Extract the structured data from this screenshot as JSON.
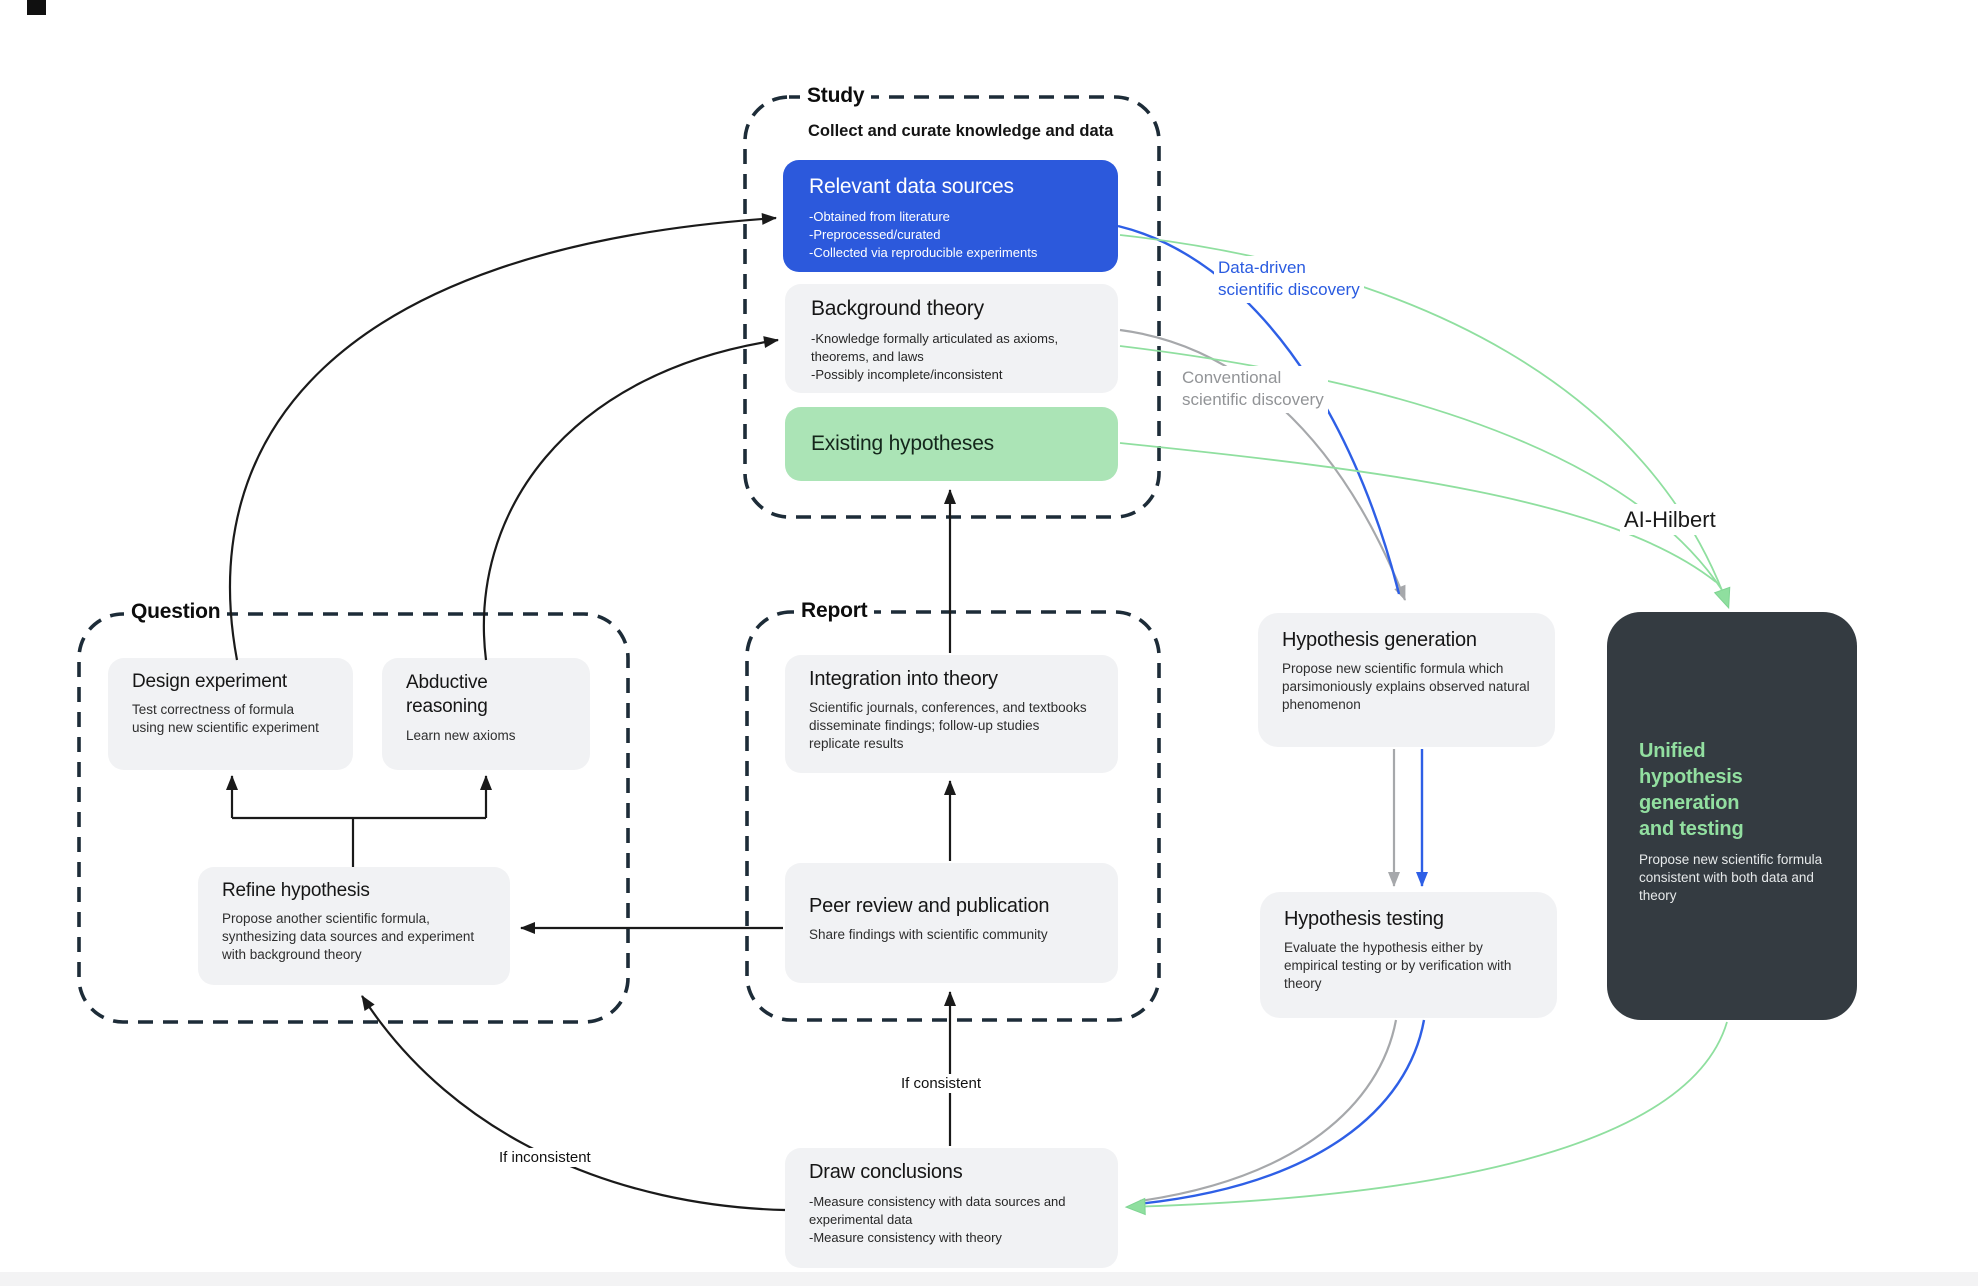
{
  "colors": {
    "blue_card": "#2C59DC",
    "green_card": "#ABE4B6",
    "dark_card": "#343B41",
    "green_accent": "#8FDF9F",
    "blue_accent": "#2E5FE6",
    "gray_accent": "#A6A8AB",
    "dashed_border": "#1D2C38"
  },
  "study": {
    "label": "Study",
    "caption": "Collect and curate knowledge and data",
    "relevant": {
      "title": "Relevant data sources",
      "bullets": [
        "-Obtained from literature",
        "-Preprocessed/curated",
        "-Collected via reproducible experiments"
      ]
    },
    "theory": {
      "title": "Background theory",
      "bullets": [
        "-Knowledge formally articulated as axioms, theorems, and laws",
        "-Possibly incomplete/inconsistent"
      ]
    },
    "hypotheses": {
      "title": "Existing hypotheses"
    }
  },
  "question": {
    "label": "Question",
    "design": {
      "title": "Design experiment",
      "body": "Test correctness of formula using new scientific experiment"
    },
    "abductive": {
      "title": "Abductive reasoning",
      "body": "Learn new axioms"
    },
    "refine": {
      "title": "Refine hypothesis",
      "body": "Propose another scientific formula, synthesizing data sources and experiment with background theory"
    }
  },
  "report": {
    "label": "Report",
    "integration": {
      "title": "Integration into theory",
      "body": "Scientific journals, conferences, and textbooks disseminate findings; follow-up studies replicate results"
    },
    "peer": {
      "title": "Peer review and publication",
      "body": "Share findings with scientific community"
    }
  },
  "right": {
    "hypgen": {
      "title": "Hypothesis generation",
      "body": "Propose new scientific formula which parsimoniously explains observed natural phenomenon"
    },
    "hyptest": {
      "title": "Hypothesis testing",
      "body": "Evaluate the hypothesis either by empirical testing or by verification with theory"
    },
    "unified": {
      "title": "Unified hypothesis generation and testing",
      "body": "Propose new scientific formula consistent with both data and theory"
    }
  },
  "bottom": {
    "draw": {
      "title": "Draw conclusions",
      "bullets": [
        "-Measure consistency with data sources and experimental data",
        "-Measure consistency with theory"
      ]
    }
  },
  "annotations": {
    "data_driven_line1": "Data-driven",
    "data_driven_line2": "scientific discovery",
    "conventional_line1": "Conventional",
    "conventional_line2": "scientific discovery",
    "ai_hilbert": "AI-Hilbert",
    "if_consistent": "If consistent",
    "if_inconsistent": "If inconsistent"
  }
}
